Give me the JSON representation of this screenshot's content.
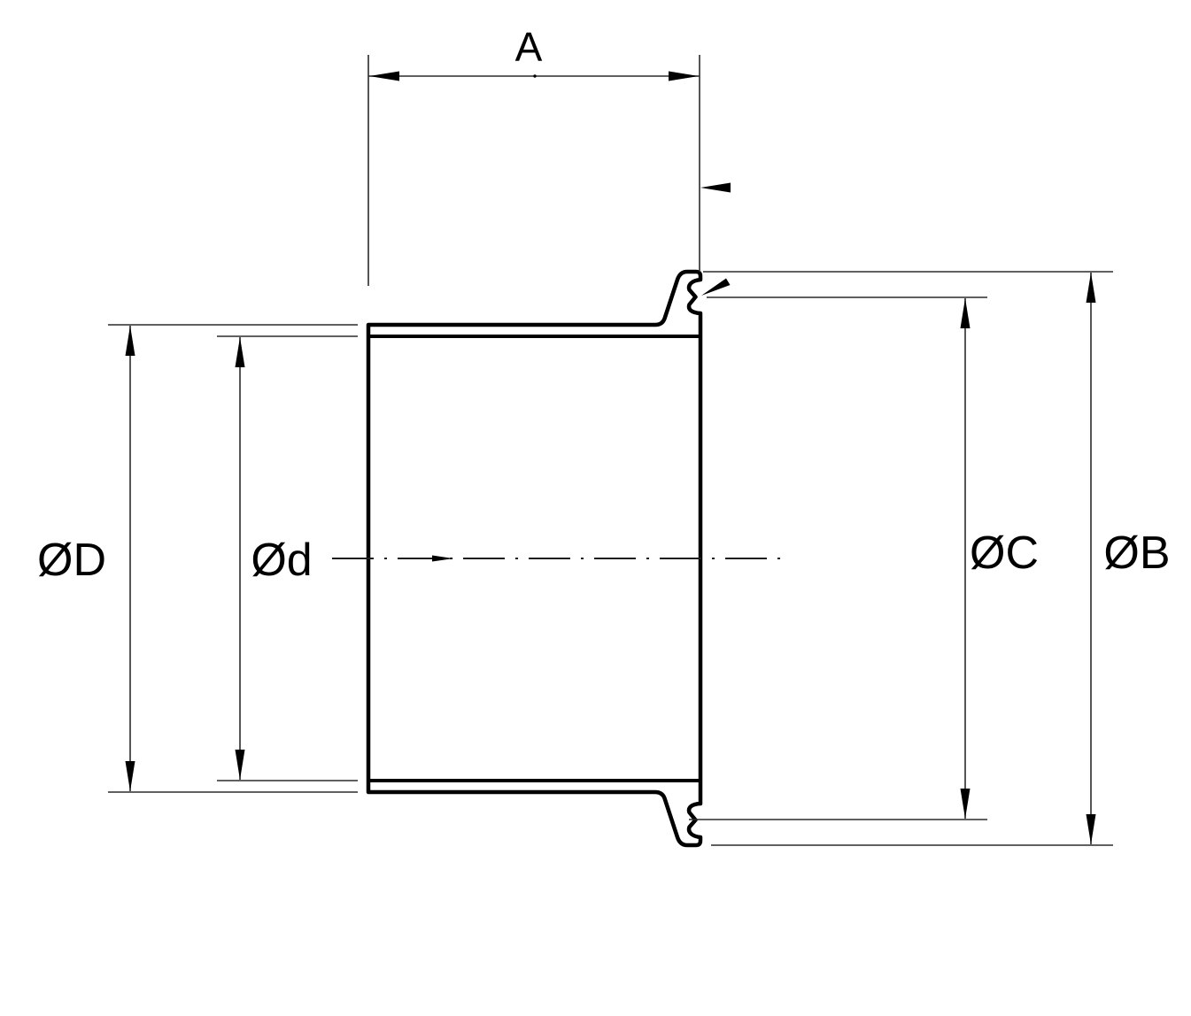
{
  "drawing": {
    "kind": "technical dimension drawing",
    "view": "side profile of clamp ferrule fitting",
    "labels": {
      "length": "A",
      "tube_outer_diameter": "ØD",
      "tube_inner_diameter": "Ød",
      "groove_diameter": "ØC",
      "flange_diameter": "ØB"
    },
    "style": {
      "background_color": "#ffffff",
      "outline_color": "#000000",
      "dimension_line_color": "#2b2b2b"
    }
  }
}
